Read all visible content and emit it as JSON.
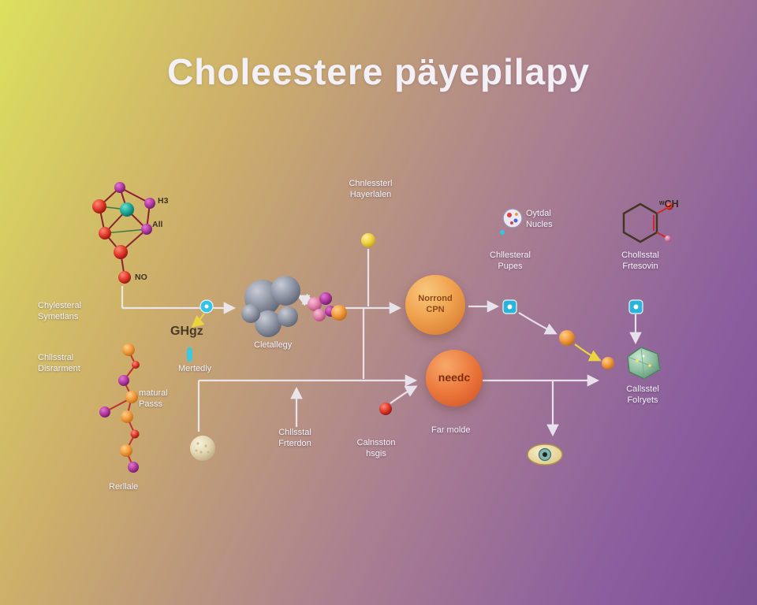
{
  "title": "Choleestere päyepilapy",
  "colors": {
    "bg_top_left": "#dce05e",
    "bg_bottom_right": "#7b5194",
    "arrow": "#edebf3",
    "accent_cyan": "#35c3e8",
    "accent_yellow": "#ecd43e",
    "node_orange": "#f0a350",
    "node_deep_orange": "#ec7a3e"
  },
  "chem": {
    "h3": "H3",
    "all": "All",
    "no": "NO",
    "ghgz": "GHgz",
    "wch": "ʷCH"
  },
  "labels": {
    "cholesterol_synthesis": "Chylesteral\nSymetlans",
    "cholesterol_disrarment": "Chllsstral\nDisrarment",
    "mertedly": "Mertedly",
    "natural_passs": "matural\nPasss",
    "rerllale": "Rerllale",
    "cletallegy": "Cletallegy",
    "cholesterol_hayerlalen": "Chnlessterl\nHayerlalen",
    "oytdal_nucles": "Oytdal\nNucles",
    "cholesterol_pupes": "Chllesteral\nPupes",
    "cholesterol_frtesovin": "Chollsstal\nFrtesovin",
    "far_molde": "Far molde",
    "chllsstal_frterdon": "Chllsstal\nFrterdon",
    "calnsston_hsgis": "Calnsston\nhsgis",
    "callsstel_folryets": "Callsstel\nFolryets"
  },
  "nodes": {
    "norrond_cpn": "Norrond\nCPN",
    "needc": "needc"
  }
}
